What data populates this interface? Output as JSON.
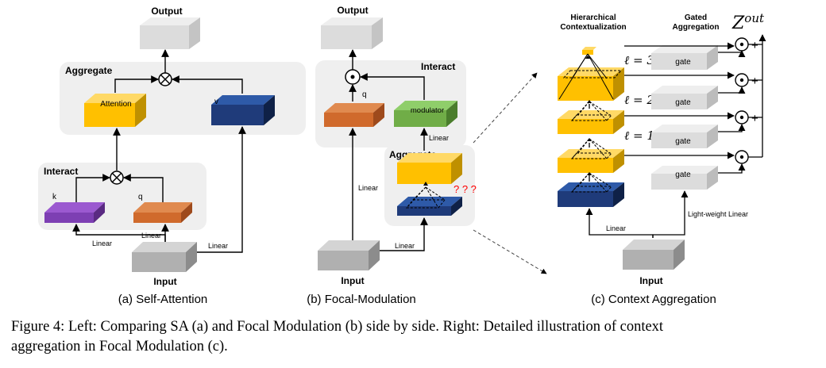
{
  "panel_a": {
    "output": "Output",
    "aggregate": "Aggregate",
    "attention": "Attention",
    "v": "v",
    "interact": "Interact",
    "k": "k",
    "q": "q",
    "linear_k": "Linear",
    "linear_q": "Linear",
    "linear_v": "Linear",
    "input": "Input",
    "caption": "(a) Self-Attention"
  },
  "panel_b": {
    "output": "Output",
    "interact": "Interact",
    "q": "q",
    "modulator": "modulator",
    "linear_mod": "Linear",
    "aggregate": "Aggregate",
    "question": "? ? ?",
    "linear_q": "Linear",
    "linear_in": "Linear",
    "input": "Input",
    "caption": "(b) Focal-Modulation"
  },
  "panel_c": {
    "hier_title_1": "Hierarchical",
    "hier_title_2": "Contextualization",
    "gated_title_1": "Gated",
    "gated_title_2": "Aggregation",
    "zout_base": "Z",
    "zout_sup": "out",
    "l3": "ℓ = 3",
    "l2": "ℓ = 2",
    "l1": "ℓ = 1",
    "gate": "gate",
    "plus": "+",
    "linear": "Linear",
    "lw_linear": "Light-weight Linear",
    "input": "Input",
    "caption": "(c) Context Aggregation"
  },
  "colors": {
    "gray": "#c8c8c8",
    "light_gray": "#e2e2e2",
    "yellow": "#ffc000",
    "navy": "#1f3b7a",
    "orange": "#d06a2c",
    "green": "#70ad47",
    "purple": "#7d3fb3",
    "panel_bg": "#efefef",
    "question_red": "#ff0000"
  },
  "caption": {
    "line1": "Figure 4: Left: Comparing SA (a) and Focal Modulation (b) side by side. Right: Detailed illustration of context",
    "line2": "aggregation in Focal Modulation (c)."
  }
}
